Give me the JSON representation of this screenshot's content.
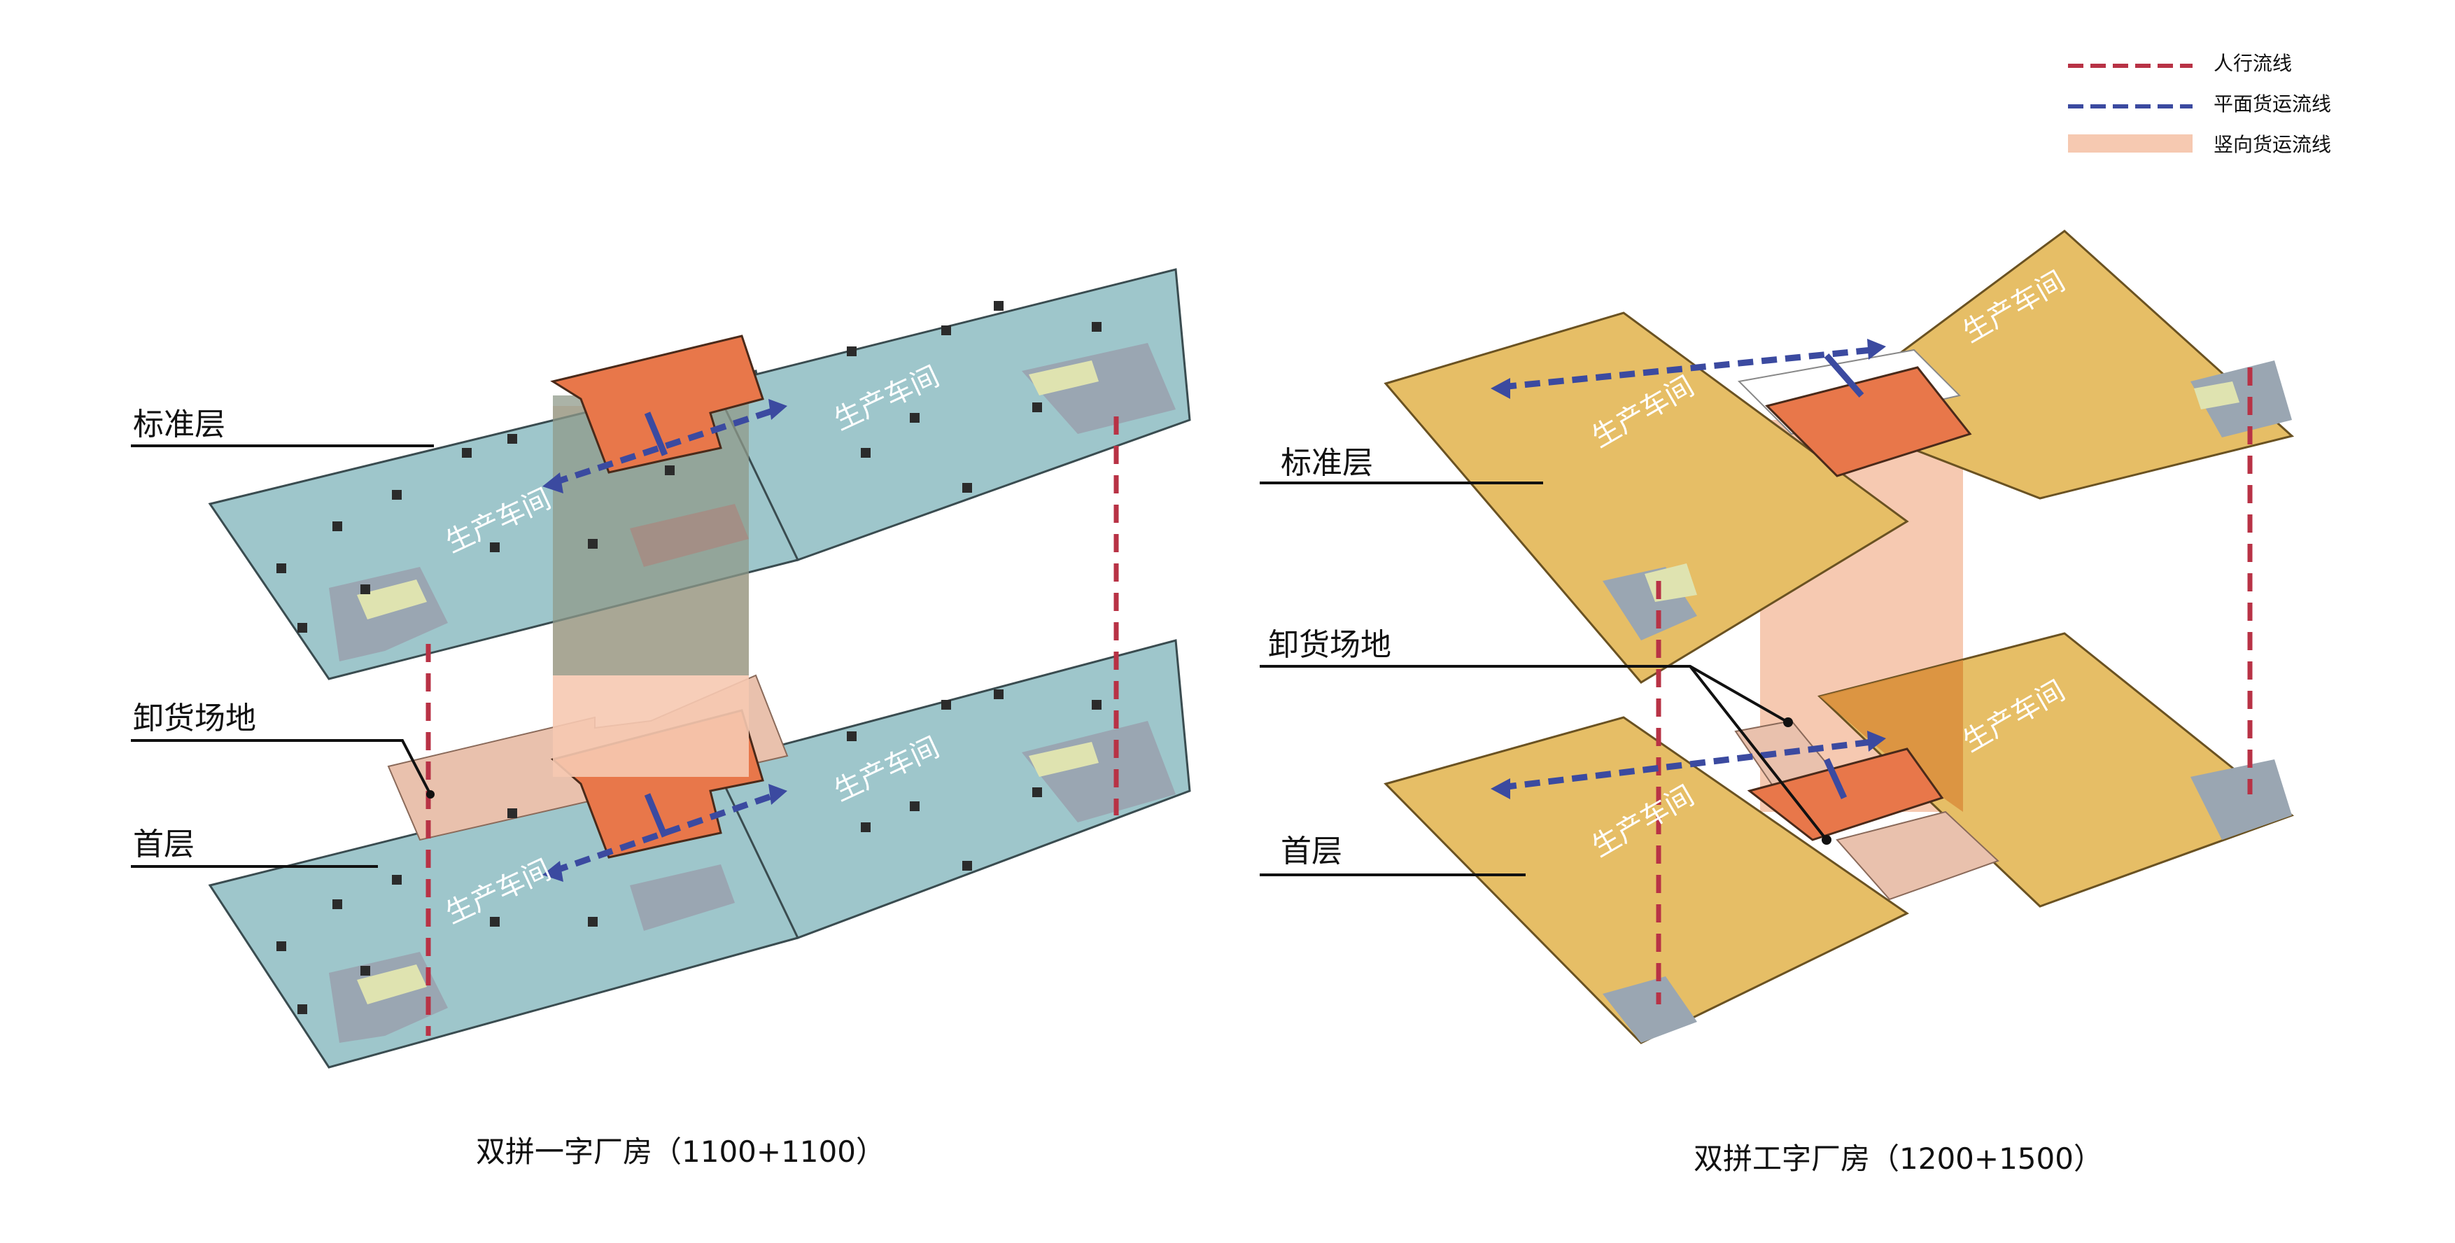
{
  "legend": {
    "items": [
      {
        "label": "人行流线",
        "style": "dashed",
        "color": "#b83245"
      },
      {
        "label": "平面货运流线",
        "style": "dashed",
        "color": "#3b4aa0"
      },
      {
        "label": "竖向货运流线",
        "style": "fill",
        "color": "#f6c9b1"
      }
    ]
  },
  "colors": {
    "slab_left": "#9ec6cb",
    "slab_right": "#e6be66",
    "core_orange": "#e8774a",
    "vertical_flow": "#f6c9b1",
    "pedestrian_flow": "#b83245",
    "horizontal_freight_flow": "#3b4aa0",
    "service_core": "#9aa6b2",
    "restroom": "#dfe3b0",
    "column": "#2b2b2b"
  },
  "diagrams": [
    {
      "caption": "双拼一字厂房（1100+1100）",
      "labels": {
        "standard_floor": "标准层",
        "unloading_area": "卸货场地",
        "ground_floor": "首层"
      },
      "workshop_label": "生产车间"
    },
    {
      "caption": "双拼工字厂房（1200+1500）",
      "labels": {
        "standard_floor": "标准层",
        "unloading_area": "卸货场地",
        "ground_floor": "首层"
      },
      "workshop_label": "生产车间"
    }
  ]
}
